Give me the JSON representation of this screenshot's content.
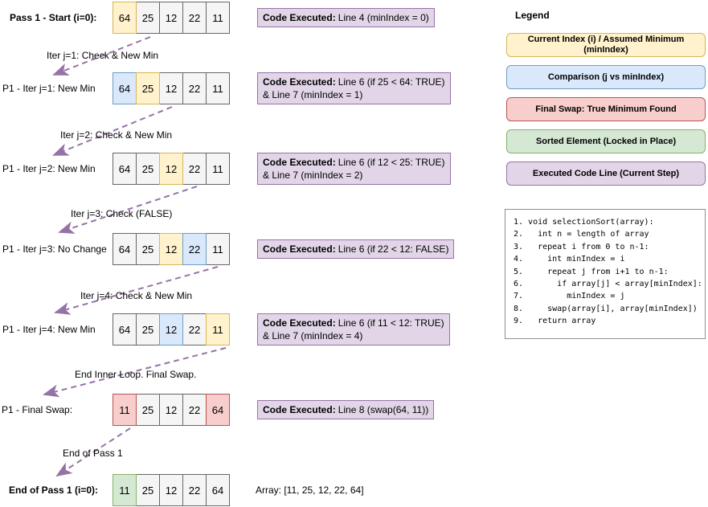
{
  "rows": [
    {
      "label": "Pass 1 - Start (i=0):",
      "cells": [
        {
          "value": "64",
          "state": "current"
        },
        {
          "value": "25",
          "state": "plain"
        },
        {
          "value": "12",
          "state": "plain"
        },
        {
          "value": "22",
          "state": "plain"
        },
        {
          "value": "11",
          "state": "plain"
        }
      ],
      "code_prefix": "Code Executed:",
      "code_line1": "Line 4 (minIndex = 0)"
    },
    {
      "label": "P1 - Iter j=1: New Min",
      "cells": [
        {
          "value": "64",
          "state": "compare"
        },
        {
          "value": "25",
          "state": "current"
        },
        {
          "value": "12",
          "state": "plain"
        },
        {
          "value": "22",
          "state": "plain"
        },
        {
          "value": "11",
          "state": "plain"
        }
      ],
      "code_prefix": "Code Executed:",
      "code_line1": "Line 6 (if 25 < 64: TRUE)",
      "code_line2": "& Line 7 (minIndex = 1)"
    },
    {
      "label": "P1 - Iter j=2: New Min",
      "cells": [
        {
          "value": "64",
          "state": "plain"
        },
        {
          "value": "25",
          "state": "plain"
        },
        {
          "value": "12",
          "state": "current"
        },
        {
          "value": "22",
          "state": "plain"
        },
        {
          "value": "11",
          "state": "plain"
        }
      ],
      "code_prefix": "Code Executed:",
      "code_line1": "Line 6 (if 12 < 25: TRUE)",
      "code_line2": "& Line 7 (minIndex = 2)"
    },
    {
      "label": "P1 - Iter j=3: No Change",
      "cells": [
        {
          "value": "64",
          "state": "plain"
        },
        {
          "value": "25",
          "state": "plain"
        },
        {
          "value": "12",
          "state": "current"
        },
        {
          "value": "22",
          "state": "compare"
        },
        {
          "value": "11",
          "state": "plain"
        }
      ],
      "code_prefix": "Code Executed:",
      "code_line1": "Line 6 (if 22 < 12: FALSE)"
    },
    {
      "label": "P1 - Iter j=4: New Min",
      "cells": [
        {
          "value": "64",
          "state": "plain"
        },
        {
          "value": "25",
          "state": "plain"
        },
        {
          "value": "12",
          "state": "compare"
        },
        {
          "value": "22",
          "state": "plain"
        },
        {
          "value": "11",
          "state": "current"
        }
      ],
      "code_prefix": "Code Executed:",
      "code_line1": "Line 6 (if 11 < 12: TRUE)",
      "code_line2": "& Line 7 (minIndex = 4)"
    },
    {
      "label": "P1 - Final Swap:",
      "cells": [
        {
          "value": "11",
          "state": "swap"
        },
        {
          "value": "25",
          "state": "plain"
        },
        {
          "value": "12",
          "state": "plain"
        },
        {
          "value": "22",
          "state": "plain"
        },
        {
          "value": "64",
          "state": "swap"
        }
      ],
      "code_prefix": "Code Executed:",
      "code_line1": "Line 8 (swap(64, 11))"
    },
    {
      "label": "End of Pass 1 (i=0):",
      "cells": [
        {
          "value": "11",
          "state": "sorted"
        },
        {
          "value": "25",
          "state": "plain"
        },
        {
          "value": "12",
          "state": "plain"
        },
        {
          "value": "22",
          "state": "plain"
        },
        {
          "value": "64",
          "state": "plain"
        }
      ],
      "array_note": "Array: [11, 25, 12, 22, 64]"
    }
  ],
  "arrows": [
    {
      "label": "Iter j=1: Check & New Min"
    },
    {
      "label": "Iter j=2: Check & New Min"
    },
    {
      "label": "Iter j=3: Check (FALSE)"
    },
    {
      "label": "Iter j=4: Check & New Min"
    },
    {
      "label": "End Inner Loop. Final Swap."
    },
    {
      "label": "End of Pass 1"
    }
  ],
  "legend": {
    "title": "Legend",
    "items": [
      {
        "label": "Current Index (i) / Assumed Minimum (minIndex)",
        "state": "current"
      },
      {
        "label": "Comparison (j vs minIndex)",
        "state": "compare"
      },
      {
        "label": "Final Swap: True Minimum Found",
        "state": "swap"
      },
      {
        "label": "Sorted Element (Locked in Place)",
        "state": "sorted"
      },
      {
        "label": "Executed Code Line (Current Step)",
        "state": "executed"
      }
    ]
  },
  "code_listing": {
    "lines": [
      "1. void selectionSort(array):",
      "2.   int n = length of array",
      "3.   repeat i from 0 to n-1:",
      "4.     int minIndex = i",
      "5.     repeat j from i+1 to n-1:",
      "6.       if array[j] < array[minIndex]:",
      "7.         minIndex = j",
      "8.     swap(array[i], array[minIndex])",
      "9.   return array"
    ]
  },
  "state_colors": {
    "plain": {
      "fill": "#F5F5F5",
      "border": "#666666"
    },
    "current": {
      "fill": "#FFF2CC",
      "border": "#D6B656"
    },
    "compare": {
      "fill": "#DAE8FC",
      "border": "#6C9EBF"
    },
    "swap": {
      "fill": "#F8CECC",
      "border": "#B85450"
    },
    "sorted": {
      "fill": "#D5E8D4",
      "border": "#82B366"
    },
    "executed": {
      "fill": "#E1D5E7",
      "border": "#9673A6"
    }
  },
  "colors": {
    "arrow": "#9673A6"
  }
}
